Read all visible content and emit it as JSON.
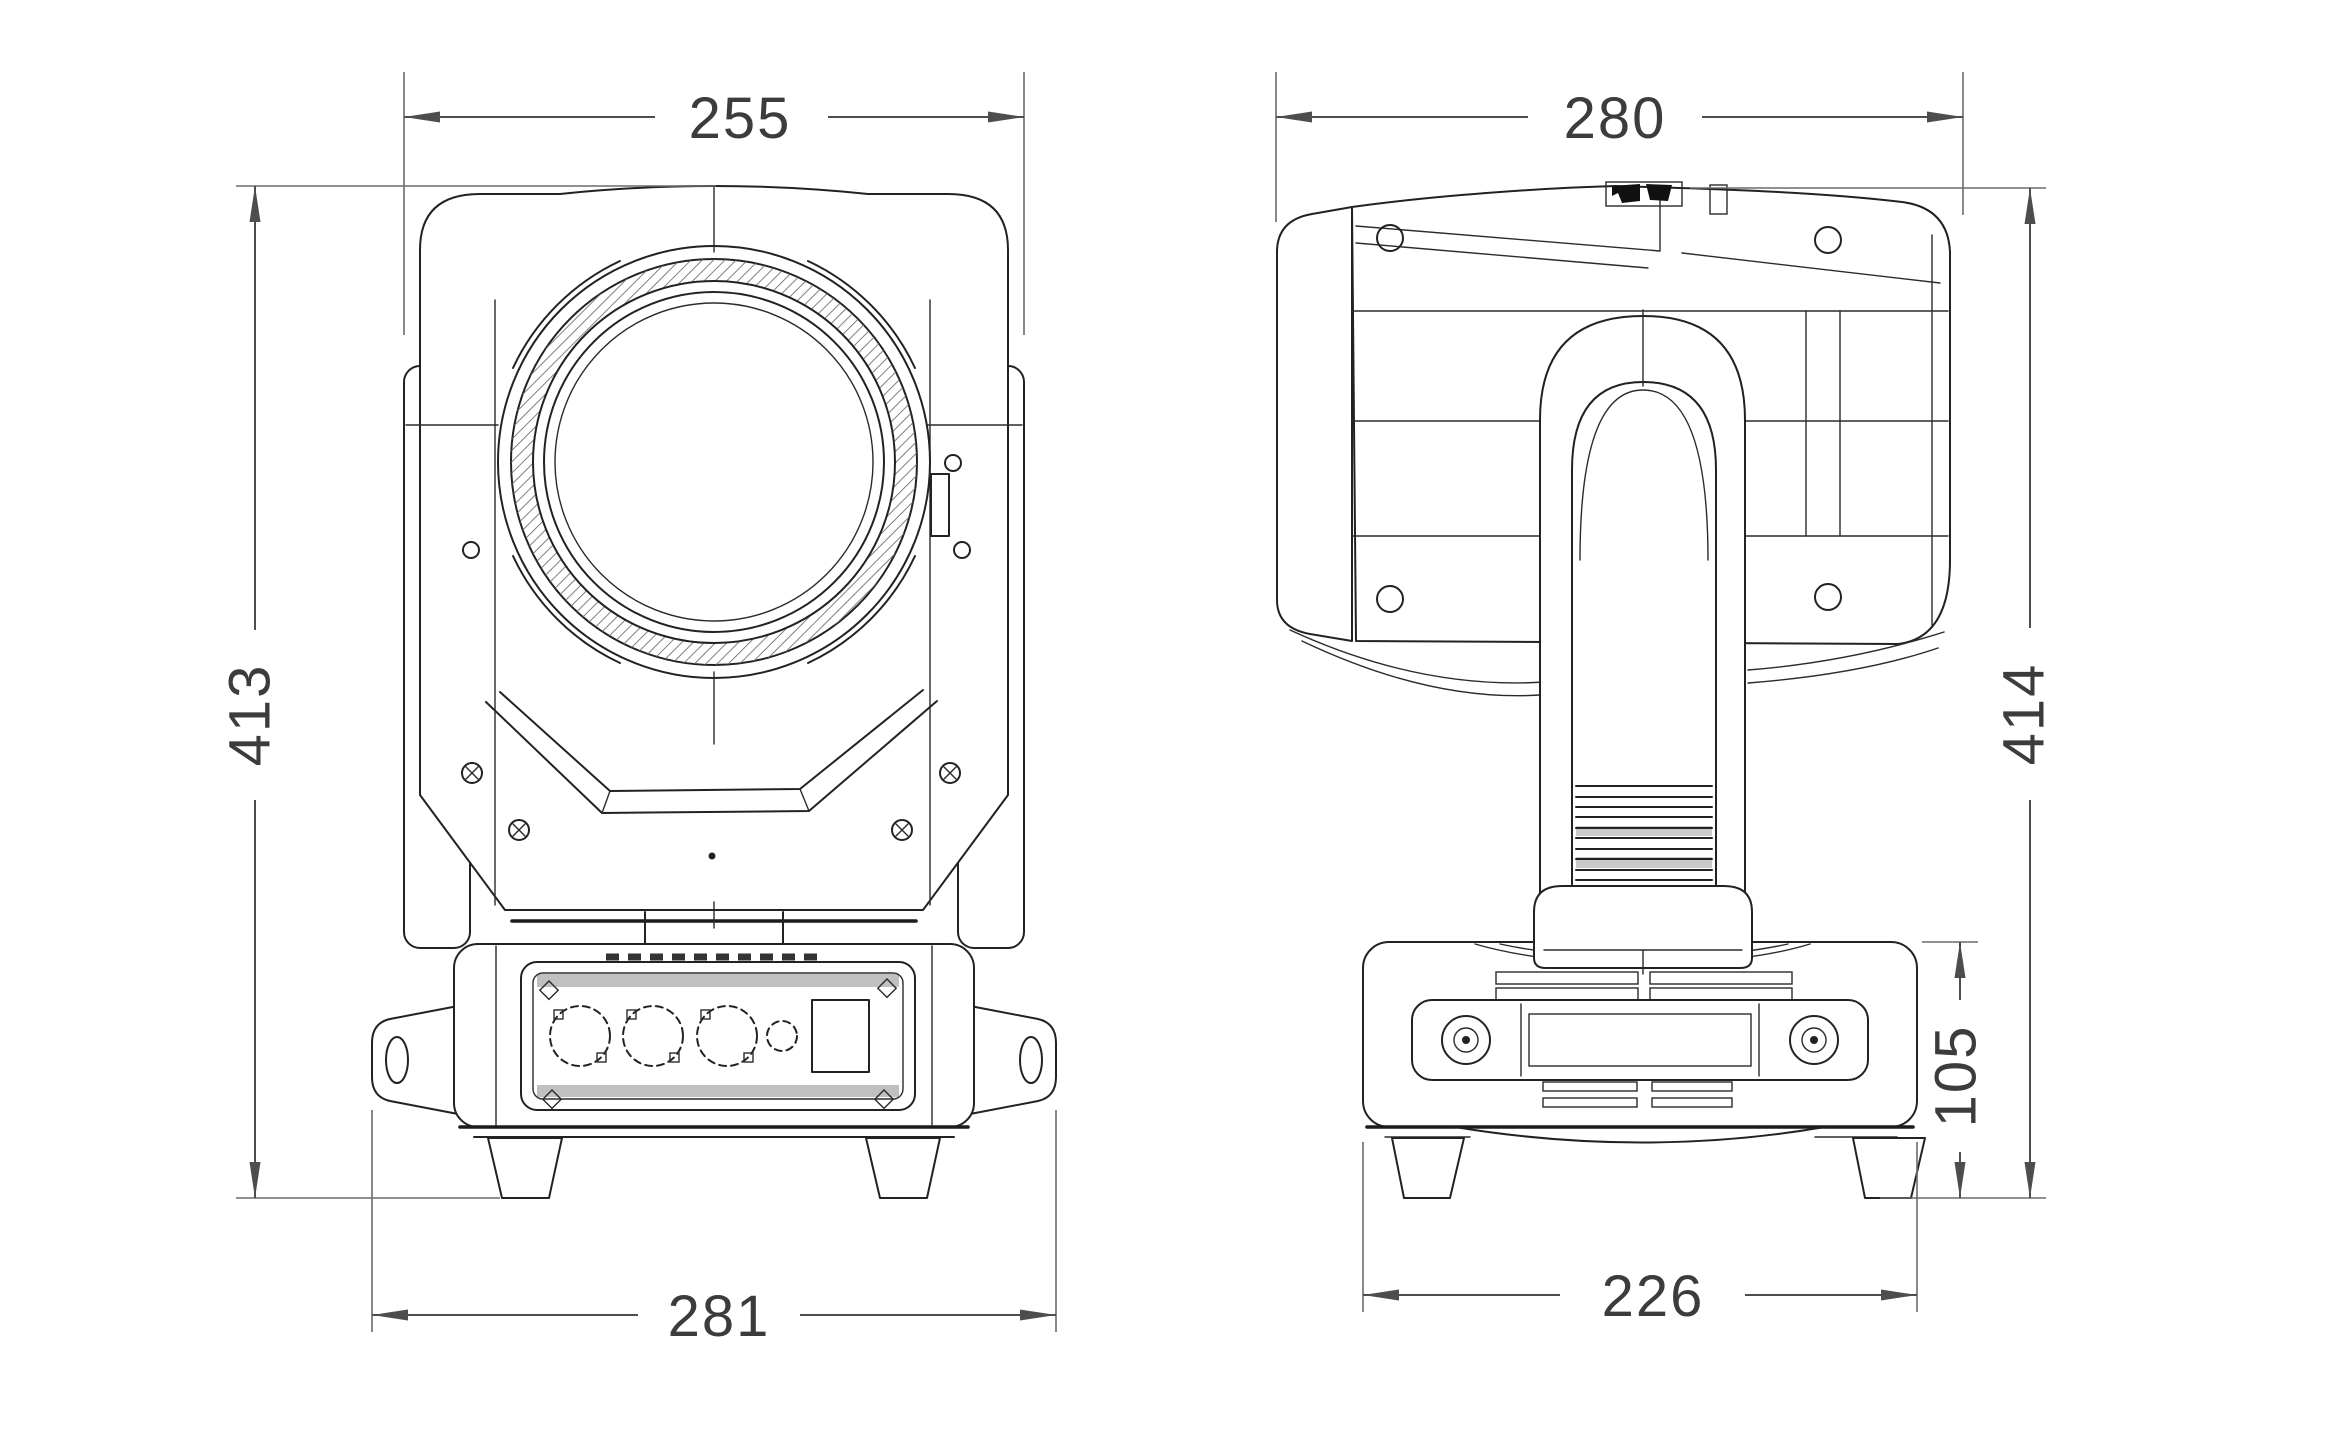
{
  "drawing": {
    "dimensions": {
      "front_width": {
        "value": "255"
      },
      "front_height": {
        "value": "413"
      },
      "front_base_width": {
        "value": "281"
      },
      "side_depth": {
        "value": "280"
      },
      "side_height": {
        "value": "414"
      },
      "side_base_height": {
        "value": "105"
      },
      "side_base_depth": {
        "value": "226"
      }
    },
    "colors": {
      "line": "#222222",
      "dimension_line": "#4d4d4d",
      "extension_line": "#6b6b6b",
      "text": "#3c3c3c",
      "panel_band": "#c0c0c0",
      "background": "#ffffff"
    }
  }
}
